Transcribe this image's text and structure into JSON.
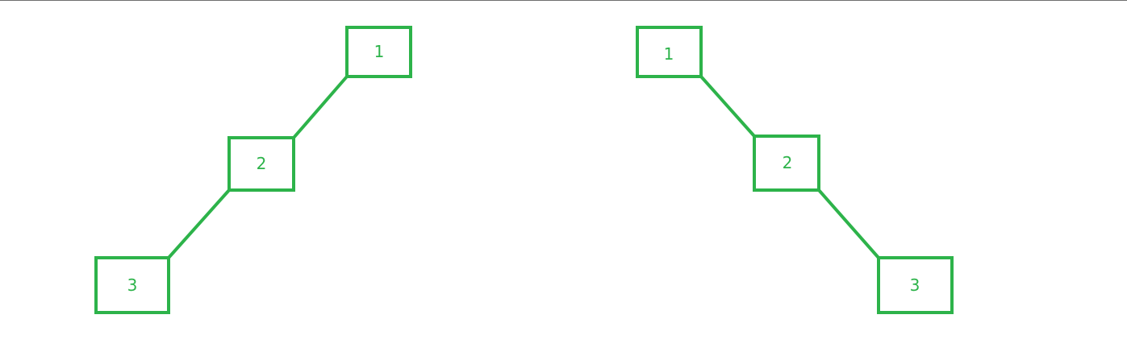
{
  "colors": {
    "accent": "#2db34a",
    "background": "#ffffff",
    "top_rule": "#6f6f6f"
  },
  "diagrams": [
    {
      "direction": "left-skewed",
      "nodes": [
        "1",
        "2",
        "3"
      ]
    },
    {
      "direction": "right-skewed",
      "nodes": [
        "1",
        "2",
        "3"
      ]
    }
  ]
}
